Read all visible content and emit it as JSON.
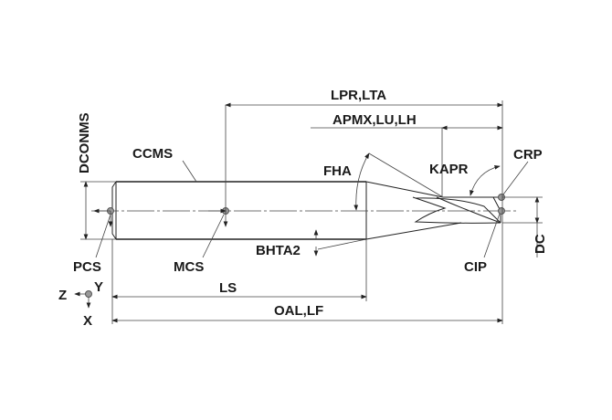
{
  "labels": {
    "lpr_lta": "LPR,LTA",
    "apmx_lu_lh": "APMX,LU,LH",
    "dconms": "DCONMS",
    "ccms": "CCMS",
    "fha": "FHA",
    "kapr": "KAPR",
    "crp": "CRP",
    "pcs": "PCS",
    "mcs": "MCS",
    "bhta2": "BHTA2",
    "cip": "CIP",
    "dc": "DC",
    "ls": "LS",
    "oal_lf": "OAL,LF"
  },
  "axes": {
    "z": "Z",
    "y": "Y",
    "x": "X"
  }
}
